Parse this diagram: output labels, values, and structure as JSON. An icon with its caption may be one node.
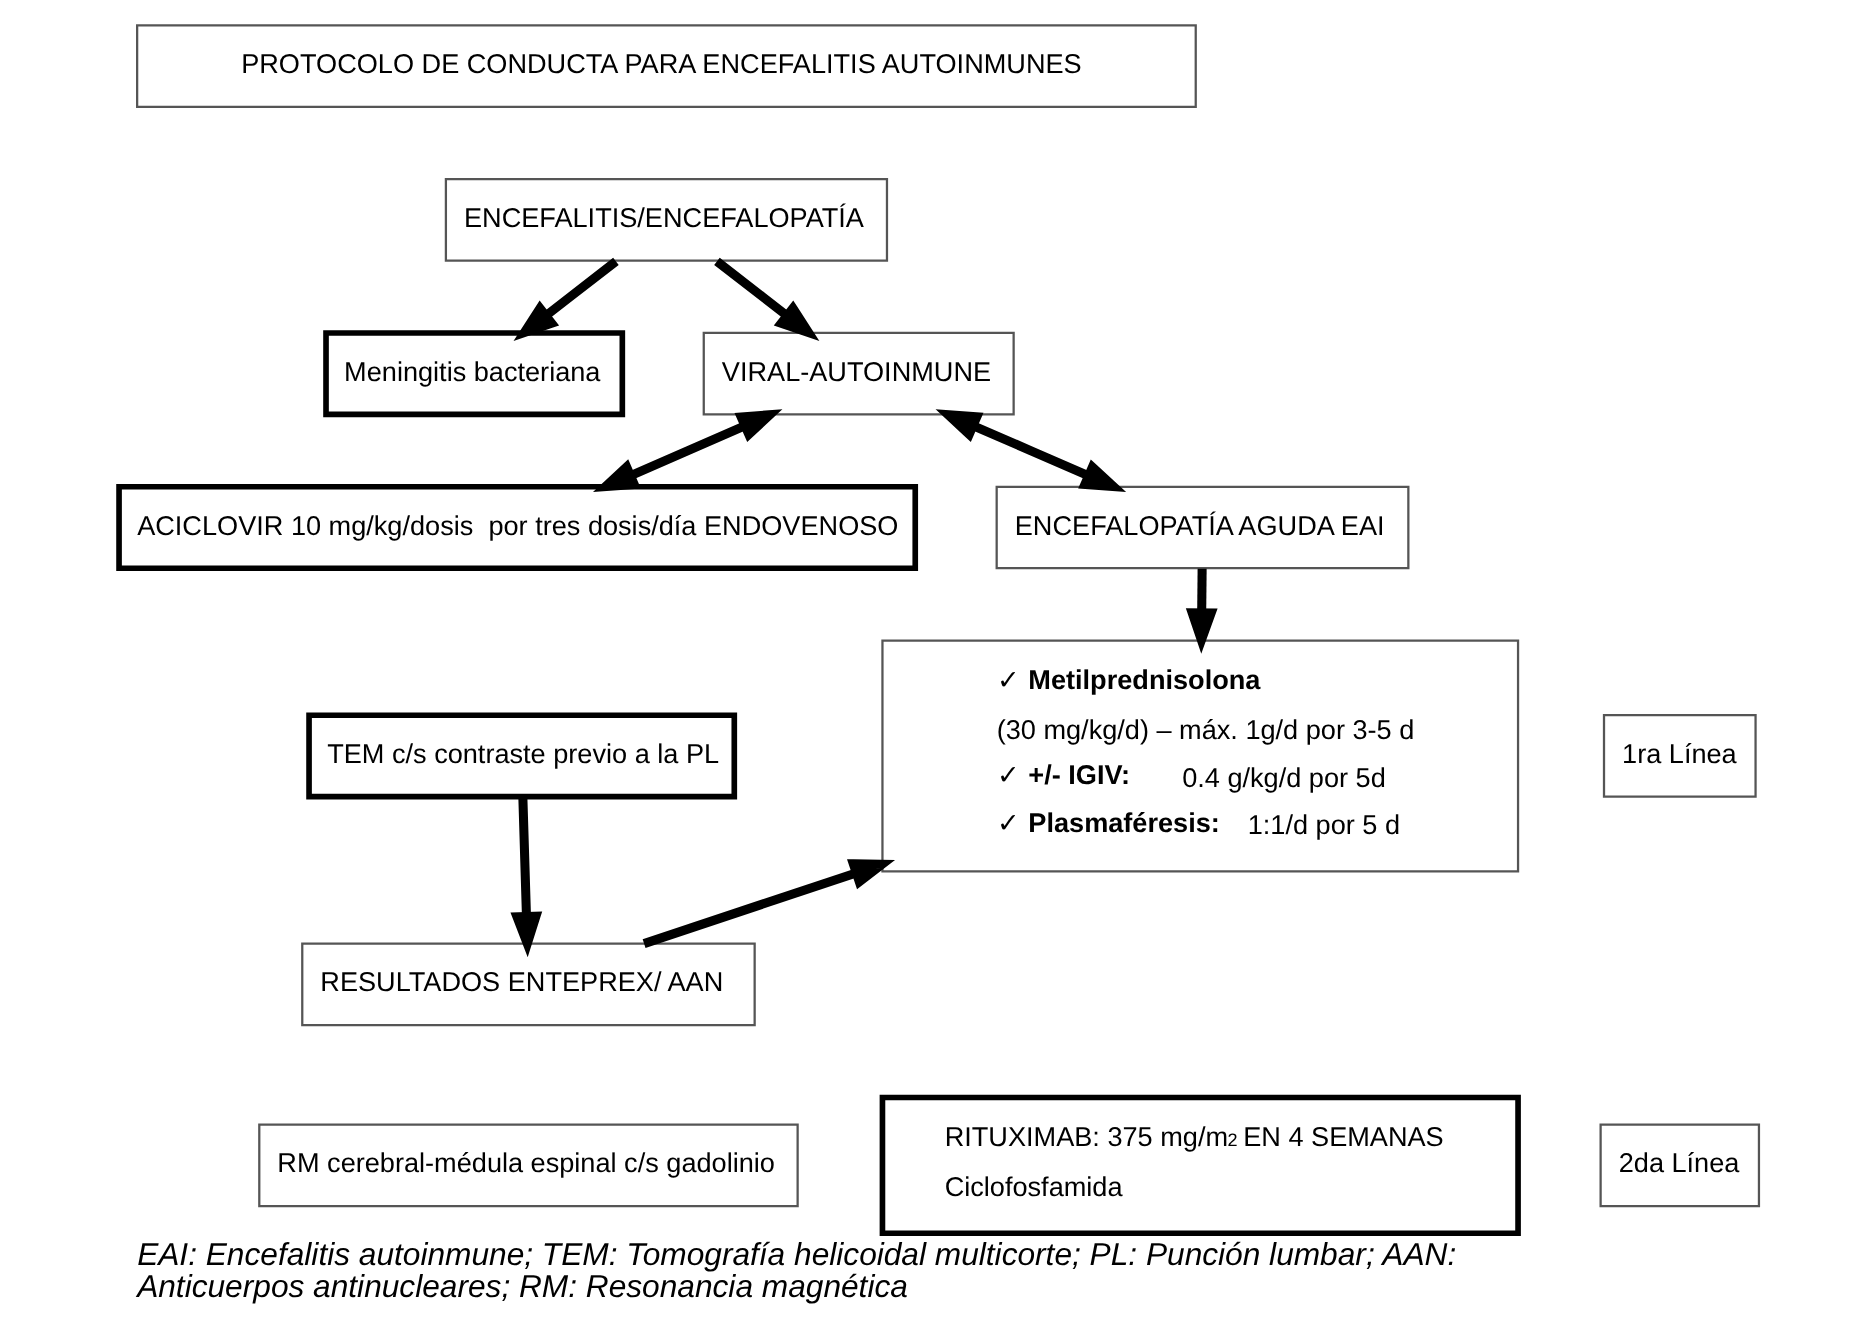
{
  "diagram": {
    "caption": "EAI: Encefalitis autoinmune; TEM: Tomografía helicoidal multicorte; PL: Punción lumbar; AAN: Anticuerpos antinucleares; RM: Resonancia magnética",
    "nodes": [
      {
        "text": [
          "PROTOCOLO DE CONDUCTA PARA ENCEFALITIS AUTOINMUNES"
        ]
      },
      {
        "text": [
          "ENCEFALITIS/ENCEFALOPATÍA"
        ]
      },
      {
        "text": [
          "Meningitis bacteriana"
        ]
      },
      {
        "text": [
          "VIRAL-AUTOINMUNE"
        ]
      },
      {
        "text": [
          "ACICLOVIR 10 mg/kg/dosis  por tres dosis/día ENDOVENOSO"
        ]
      },
      {
        "text": [
          "ENCEFALOPATÍA AGUDA EAI"
        ]
      },
      {
        "text": [
          "TEM c/s contraste previo a la PL"
        ]
      },
      {
        "text": [
          "1ra Línea"
        ]
      },
      {
        "text": [
          "✓ **Metilprednisolona**",
          "(30 mg/kg/d) – máx. 1g/d por 3-5 d",
          "✓ **+/- IGIV:** 0.4 g/kg/d por 5d",
          "✓ **Plasmaféresis:** 1:1/d por 5 d"
        ]
      },
      {
        "text": [
          "RESULTADOS ENTEPREX/ AAN"
        ]
      },
      {
        "text": [
          "RM cerebral-médula espinal c/s gadolinio"
        ]
      },
      {
        "text": [
          "2da Línea"
        ]
      },
      {
        "text": [
          "RITUXIMAB: 375 mg/m$^{2}$ EN 4 SEMANAS",
          "Ciclofosfamida"
        ]
      }
    ],
    "edges": [
      {
        "from": 1,
        "to": 3,
        "arrow": "to"
      },
      {
        "from": 1,
        "to": 2,
        "arrow": "to"
      },
      {
        "from": 3,
        "to": 4,
        "arrow": "both"
      },
      {
        "from": 3,
        "to": 5,
        "arrow": "both"
      },
      {
        "from": 5,
        "to": 8,
        "arrow": "to"
      },
      {
        "from": 6,
        "to": 9,
        "arrow": "to"
      },
      {
        "from": 9,
        "to": 8,
        "arrow": "to"
      }
    ]
  }
}
